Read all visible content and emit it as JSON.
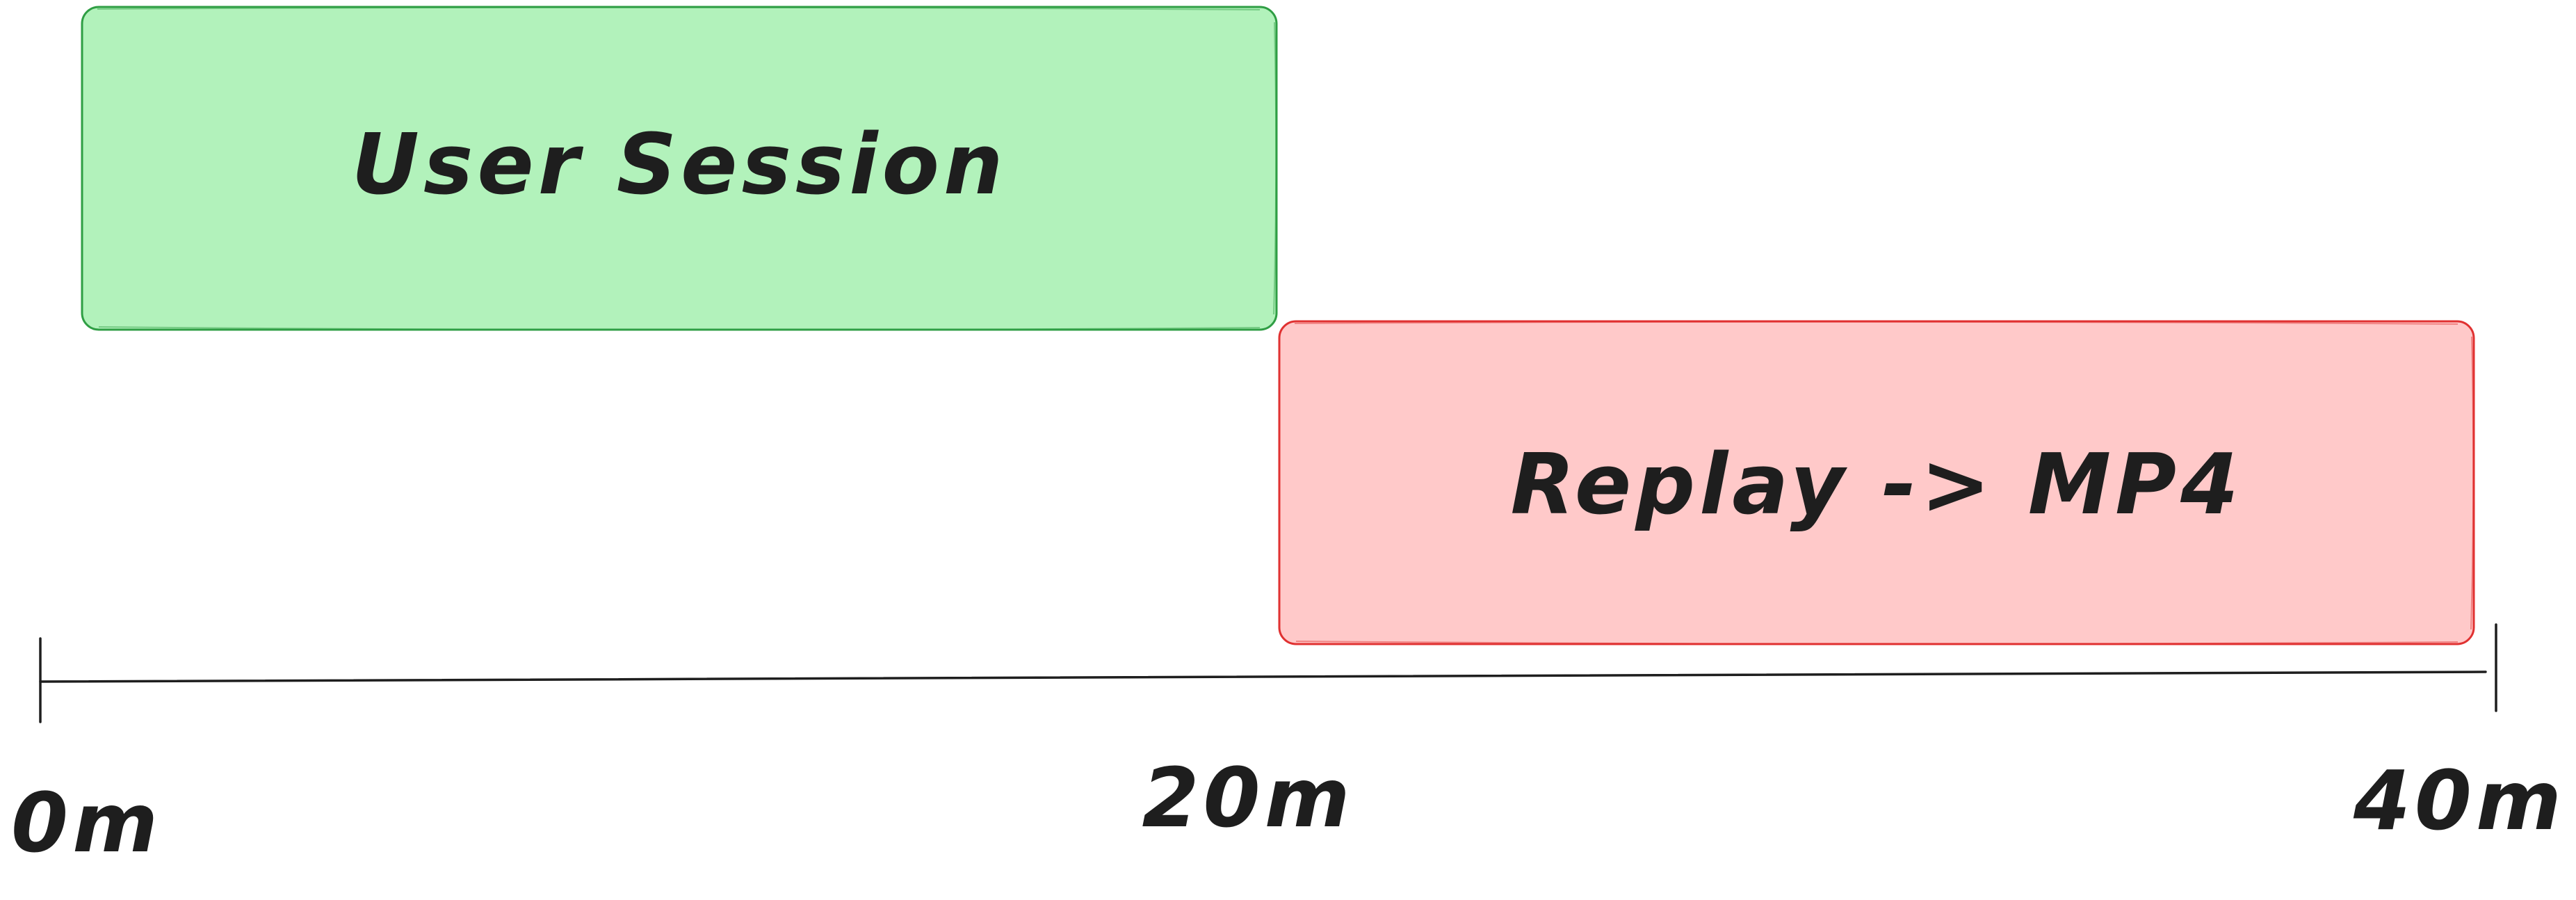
{
  "timeline": {
    "ticks": [
      {
        "label": "0m",
        "minutes": 0
      },
      {
        "label": "20m",
        "minutes": 20
      },
      {
        "label": "40m",
        "minutes": 40
      }
    ]
  },
  "phases": [
    {
      "label": "User Session",
      "start_minutes": 0,
      "end_minutes": 20,
      "fill": "#b2f2bb",
      "stroke": "#2f9e44"
    },
    {
      "label": "Replay -> MP4",
      "start_minutes": 20,
      "end_minutes": 40,
      "fill": "#ffc9c9",
      "stroke": "#e03131"
    }
  ],
  "colors": {
    "ink": "#1e1e1e",
    "background": "#ffffff"
  }
}
